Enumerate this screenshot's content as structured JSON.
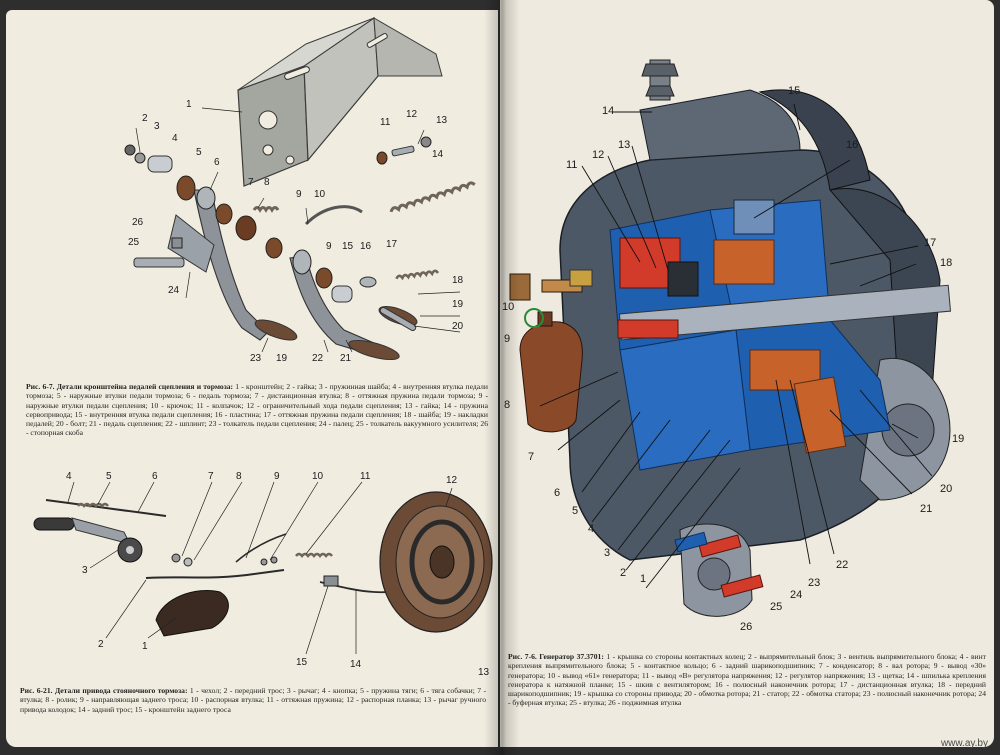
{
  "figure_left_top": {
    "callouts": [
      "1",
      "2",
      "3",
      "4",
      "5",
      "6",
      "7",
      "8",
      "9",
      "10",
      "11",
      "12",
      "13",
      "14",
      "15",
      "16",
      "17",
      "18",
      "19",
      "20",
      "21",
      "22",
      "23",
      "24",
      "25",
      "26"
    ],
    "caption_title": "Рис. 6-7. Детали кронштейна педалей сцепления и тормоза:",
    "caption_body": " 1 - кронштейн; 2 - гайка; 3 - пружинная шайба; 4 - внутренняя втулка педали тормоза; 5 - наружные втулки педали тормоза; 6 - педаль тормоза; 7 - дистанционная втулка; 8 - оттяжная пружина педали тормоза; 9 - наружные втулки педали сцепления; 10 - крючок; 11 - колпачок; 12 - ограничительный хода педали сцепления; 13 - гайка; 14 - пружина сервопривода; 15 - внутренняя втулка педали сцепления; 16 - пластина; 17 - оттяжная пружина педали сцепления; 18 - шайба; 19 - накладки педалей; 20 - болт; 21 - педаль сцепления; 22 - шплинт; 23 - толкатель педали сцепления; 24 - палец; 25 - толкатель вакуумного усилителя; 26 - стопорная скоба"
  },
  "figure_left_bottom": {
    "callouts": [
      "1",
      "2",
      "3",
      "4",
      "5",
      "6",
      "7",
      "8",
      "9",
      "10",
      "11",
      "12",
      "13",
      "14",
      "15"
    ],
    "caption_title": "Рис. 6-21. Детали привода стояночного тормоза:",
    "caption_body": " 1 - чехол; 2 - передний трос; 3 - рычаг; 4 - кнопка; 5 - пружина тяги; 6 - тяга собачки; 7 - втулка; 8 - ролик; 9 - направляющая заднего троса; 10 - распорная втулка; 11 - оттяжная пружина; 12 - распорная планка; 13 - рычаг ручного привода колодок; 14 - задний трос; 15 - кронштейн заднего троса"
  },
  "figure_right": {
    "callouts": [
      "1",
      "2",
      "3",
      "4",
      "5",
      "6",
      "7",
      "8",
      "9",
      "10",
      "11",
      "12",
      "13",
      "14",
      "15",
      "16",
      "17",
      "18",
      "19",
      "20",
      "21",
      "22",
      "23",
      "24",
      "25",
      "26"
    ],
    "caption_title": "Рис. 7-6. Генератор 37.3701:",
    "caption_body": " 1 - крышка со стороны контактных колец; 2 - выпрямительный блок; 3 - вентиль выпрямительного блока; 4 - винт крепления выпрямительного блока; 5 - контактное кольцо; 6 - задний шарикоподшипник; 7 - конденсатор; 8 - вал ротора; 9 - вывод «30» генератора; 10 - вывод «61» генератора; 11 - вывод «В» регулятора напряжения; 12 - регулятор напряжения; 13 - щетка; 14 - шпилька крепления генератора к натяжной планке; 15 - шкив с вентилятором; 16 - полюсный наконечник ротора; 17 - дистанционная втулка; 18 - передний шарикоподшипник; 19 - крышка со стороны привода; 20 - обмотка ротора; 21 - статор; 22 - обмотка статора; 23 - полюсный наконечник ротора; 24 - буферная втулка; 25 - втулка; 26 - поджимная втулка"
  },
  "watermark": "www.ay.by",
  "colors": {
    "page": "#f1ece0",
    "metal": "#9aa4ae",
    "dark_metal": "#4d5866",
    "blue_cut": "#1f5fb0",
    "copper": "#c8622b",
    "red": "#d23a2a",
    "brown": "#8a4a2a",
    "spring": "#7a6e60"
  }
}
